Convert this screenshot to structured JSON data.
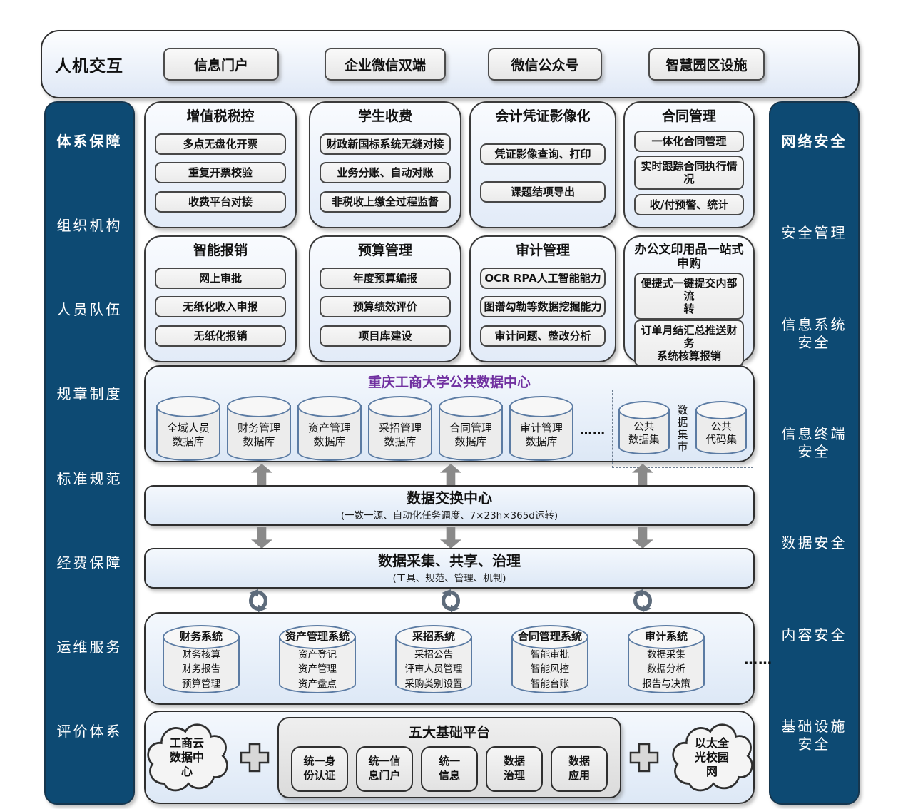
{
  "colors": {
    "rail_bg": "#0d4a73",
    "accent_purple": "#7030a0",
    "cylinder_border": "#5b7ba3",
    "arrow_gray": "#8a8a8a"
  },
  "top_bar": {
    "label": "人机交互",
    "buttons": [
      "信息门户",
      "企业微信双端",
      "微信公众号",
      "智慧园区设施"
    ]
  },
  "left_sidebar": {
    "title": "体系保障",
    "items": [
      "组织机构",
      "人员队伍",
      "规章制度",
      "标准规范",
      "经费保障",
      "运维服务",
      "评价体系"
    ]
  },
  "right_sidebar": {
    "title": "网络安全",
    "items": [
      "安全管理",
      "信息系统安全",
      "信息终端安全",
      "数据安全",
      "内容安全",
      "基础设施安全"
    ]
  },
  "app_rows": [
    {
      "cards": [
        {
          "title": "增值税税控",
          "items": [
            "多点无盘化开票",
            "重复开票校验",
            "收费平台对接"
          ]
        },
        {
          "title": "学生收费",
          "items": [
            "财政新国标系统无缝对接",
            "业务分账、自动对账",
            "非税收上缴全过程监督"
          ]
        },
        {
          "title": "会计凭证影像化",
          "items": [
            "凭证影像查询、打印",
            "课题结项导出"
          ]
        },
        {
          "title": "合同管理",
          "items": [
            "一体化合同管理",
            "实时跟踪合同执行情况",
            "收/付预警、统计"
          ]
        }
      ]
    },
    {
      "cards": [
        {
          "title": "智能报销",
          "items": [
            "网上审批",
            "无纸化收入申报",
            "无纸化报销"
          ]
        },
        {
          "title": "预算管理",
          "items": [
            "年度预算编报",
            "预算绩效评价",
            "项目库建设"
          ]
        },
        {
          "title": "审计管理",
          "items": [
            "OCR RPA人工智能能力",
            "图谱勾勒等数据挖掘能力",
            "审计问题、整改分析"
          ]
        },
        {
          "title": "办公文印用品一站式\n申购",
          "items": [
            "便捷式一键提交内部流\n转",
            "订单月结汇总推送财务\n系统核算报销"
          ]
        }
      ]
    }
  ],
  "data_center": {
    "title": "重庆工商大学公共数据中心",
    "databases": [
      "全域人员\n数据库",
      "财务管理\n数据库",
      "资产管理\n数据库",
      "采招管理\n数据库",
      "合同管理\n数据库",
      "审计管理\n数据库"
    ],
    "ellipsis": "……",
    "mart": {
      "left": "公共\n数据集",
      "label": "数据集市",
      "right": "公共\n代码集"
    }
  },
  "exchange": {
    "title": "数据交换中心",
    "subtitle": "(一数一源、自动化任务调度、7×23h×365d运转)"
  },
  "governance": {
    "title": "数据采集、共享、治理",
    "subtitle": "(工具、规范、管理、机制)"
  },
  "systems": {
    "list": [
      {
        "title": "财务系统",
        "items": "财务核算\n财务报告\n预算管理"
      },
      {
        "title": "资产管理系统",
        "items": "资产登记\n资产管理\n资产盘点"
      },
      {
        "title": "采招系统",
        "items": "采招公告\n评审人员管理\n采购类别设置"
      },
      {
        "title": "合同管理系统",
        "items": "智能审批\n智能风控\n智能台账"
      },
      {
        "title": "审计系统",
        "items": "数据采集\n数据分析\n报告与决策"
      }
    ],
    "ellipsis": "……"
  },
  "foundation": {
    "cloud_left": "工商云\n数据中\n心",
    "title": "五大基础平台",
    "platforms": [
      "统一身\n份认证",
      "统一信\n息门户",
      "统一\n信息",
      "数据\n治理",
      "数据\n应用"
    ],
    "cloud_right": "以太全\n光校园\n网"
  }
}
